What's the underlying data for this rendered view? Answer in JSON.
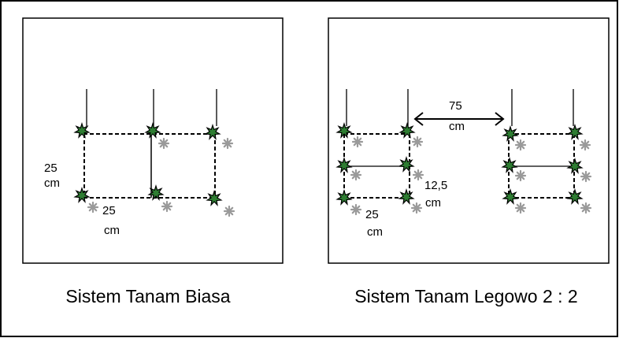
{
  "diagrams": [
    {
      "caption": "Sistem Tanam Biasa",
      "row_spacing": {
        "value": "25",
        "unit": "cm"
      },
      "plant_spacing": {
        "value": "25",
        "unit": "cm"
      }
    },
    {
      "caption": "Sistem Tanam Legowo 2 : 2",
      "row_spacing": {
        "value": "25",
        "unit": "cm"
      },
      "inner_spacing": {
        "value": "12,5",
        "unit": "cm"
      },
      "path_width": {
        "value": "75",
        "unit": "cm"
      }
    }
  ],
  "colors": {
    "plant": "#2e7d32",
    "seedling": "#9a9a9a",
    "line": "#000000"
  }
}
